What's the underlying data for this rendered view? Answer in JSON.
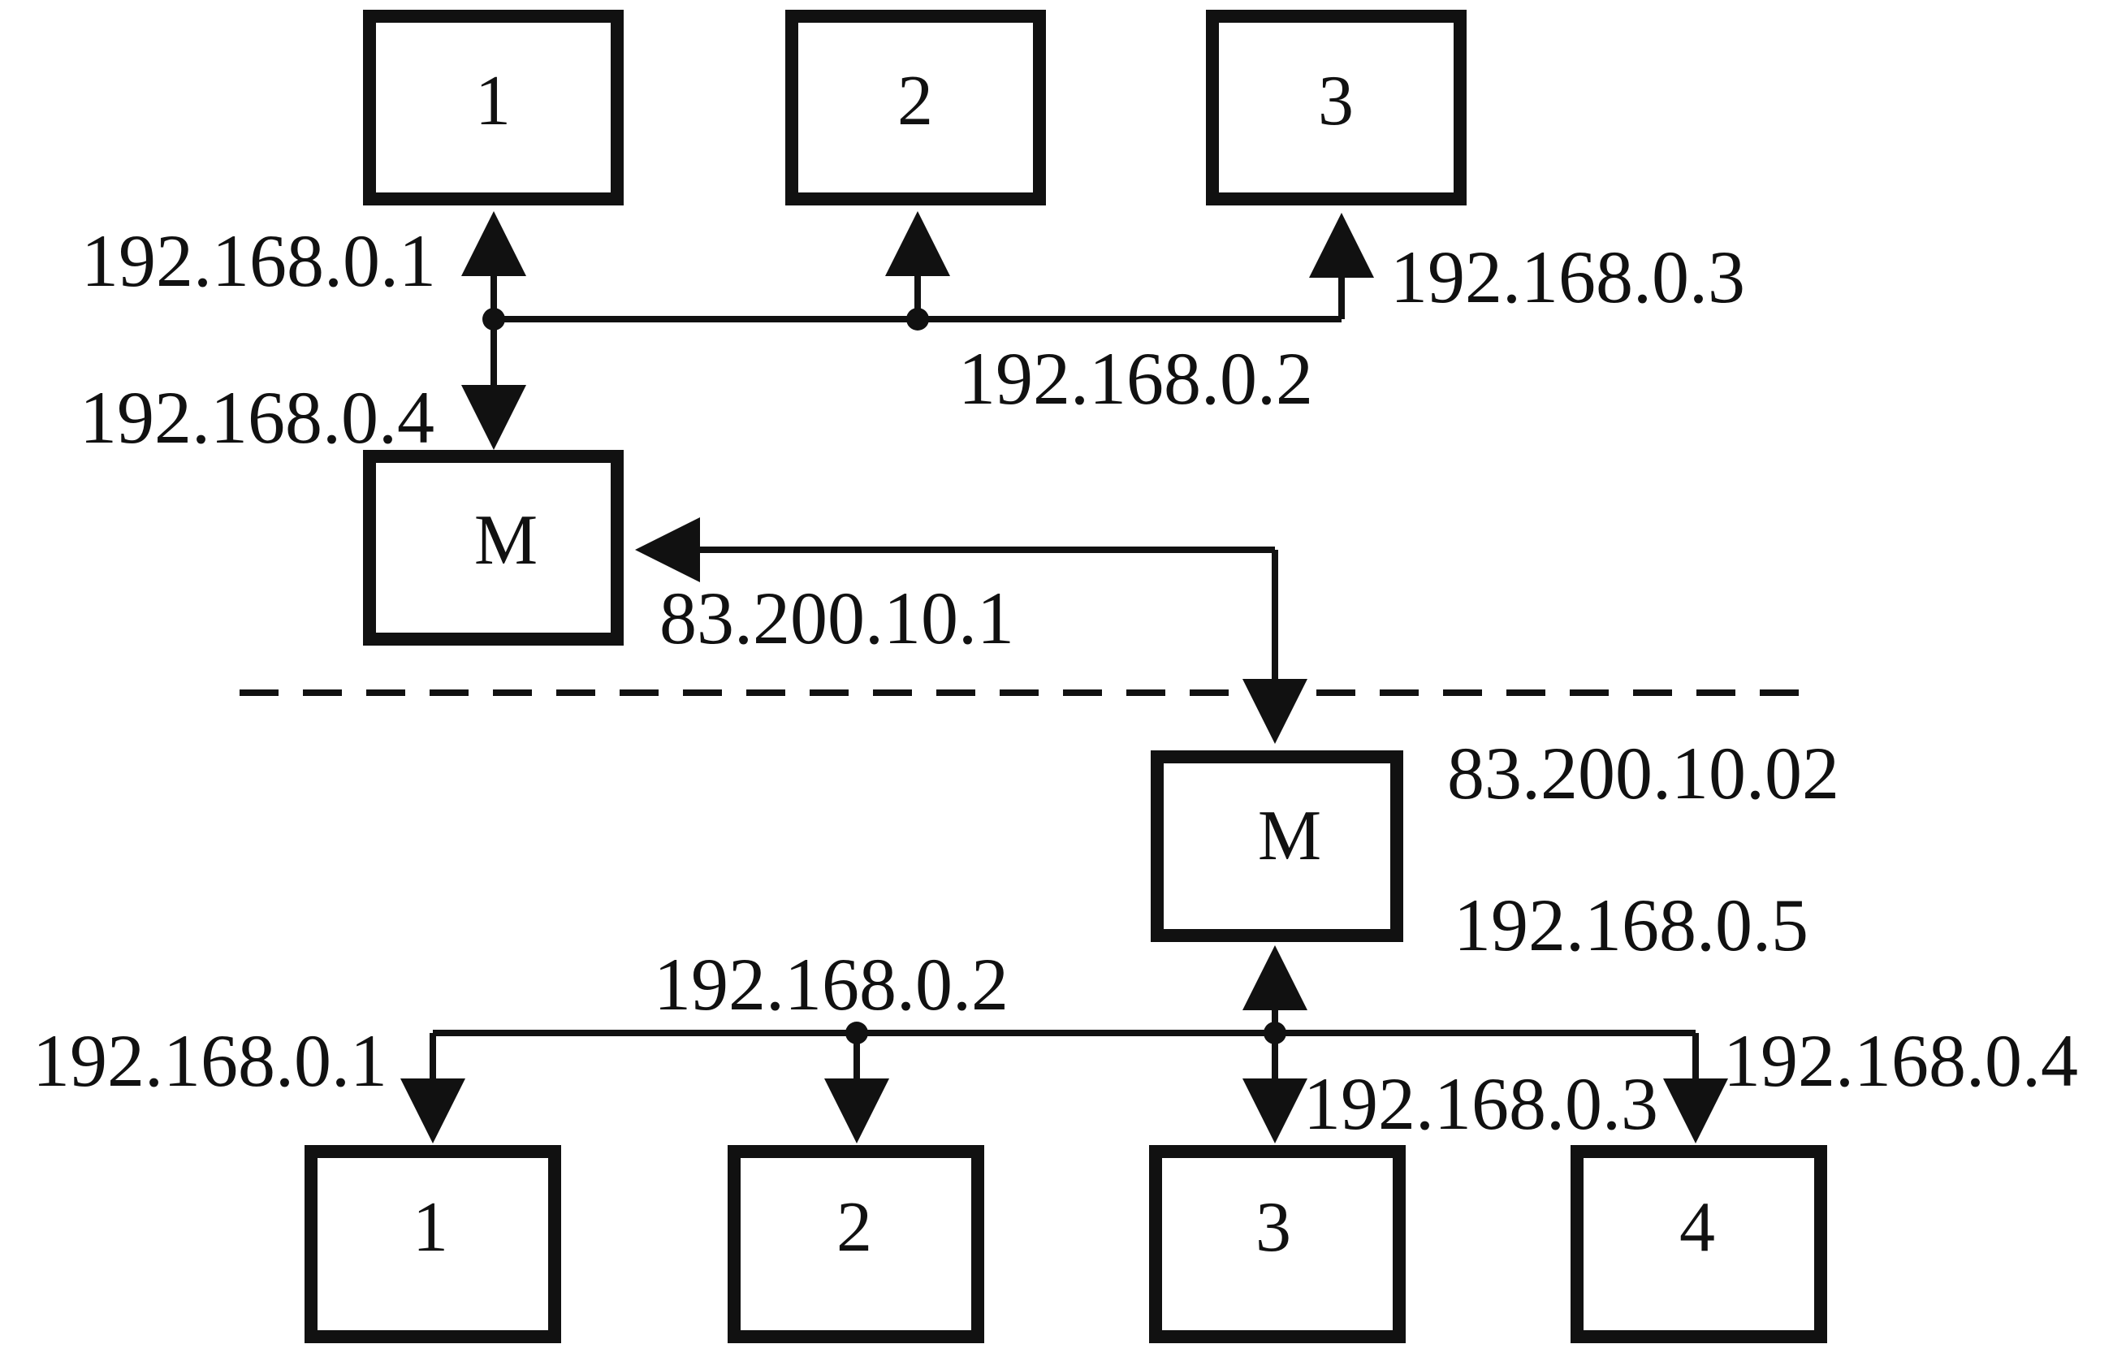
{
  "top_network": {
    "hosts": [
      {
        "label": "1",
        "ip": "192.168.0.1"
      },
      {
        "label": "2",
        "ip": "192.168.0.2"
      },
      {
        "label": "3",
        "ip": "192.168.0.3"
      }
    ],
    "gateway": {
      "label": "M",
      "internal_ip": "192.168.0.4",
      "external_ip": "83.200.10.1"
    }
  },
  "bottom_network": {
    "gateway": {
      "label": "M",
      "external_ip": "83.200.10.02",
      "internal_ip": "192.168.0.5"
    },
    "hosts": [
      {
        "label": "1",
        "ip": "192.168.0.1"
      },
      {
        "label": "2",
        "ip": "192.168.0.2"
      },
      {
        "label": "3",
        "ip": "192.168.0.3"
      },
      {
        "label": "4",
        "ip": "192.168.0.4"
      }
    ]
  }
}
